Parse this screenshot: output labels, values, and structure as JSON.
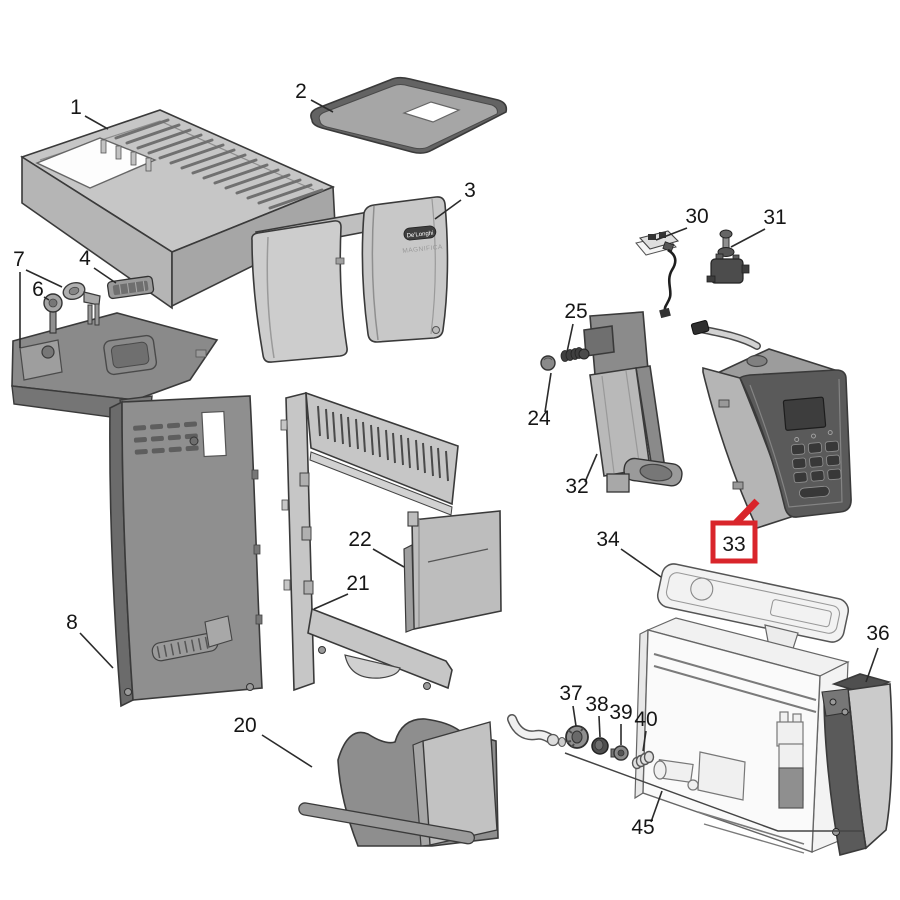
{
  "diagram": {
    "brand_badge": "De'Longhi",
    "model_text": "MAGNIFICA",
    "highlight": {
      "part": "33",
      "color": "#d9252b"
    },
    "labels": {
      "1": "1",
      "2": "2",
      "3": "3",
      "4": "4",
      "6": "6",
      "7": "7",
      "8": "8",
      "20": "20",
      "21": "21",
      "22": "22",
      "24": "24",
      "25": "25",
      "30": "30",
      "31": "31",
      "32": "32",
      "33": "33",
      "34": "34",
      "36": "36",
      "37": "37",
      "38": "38",
      "39": "39",
      "40": "40",
      "45": "45"
    },
    "colors": {
      "outline": "#3a3a3a",
      "part_light": "#c9c9c9",
      "part_mid": "#a9a9a9",
      "part_dark": "#6e6e6e",
      "control_face": "#5a5a5a",
      "label_text": "#161616",
      "highlight_red": "#d9252b"
    }
  }
}
